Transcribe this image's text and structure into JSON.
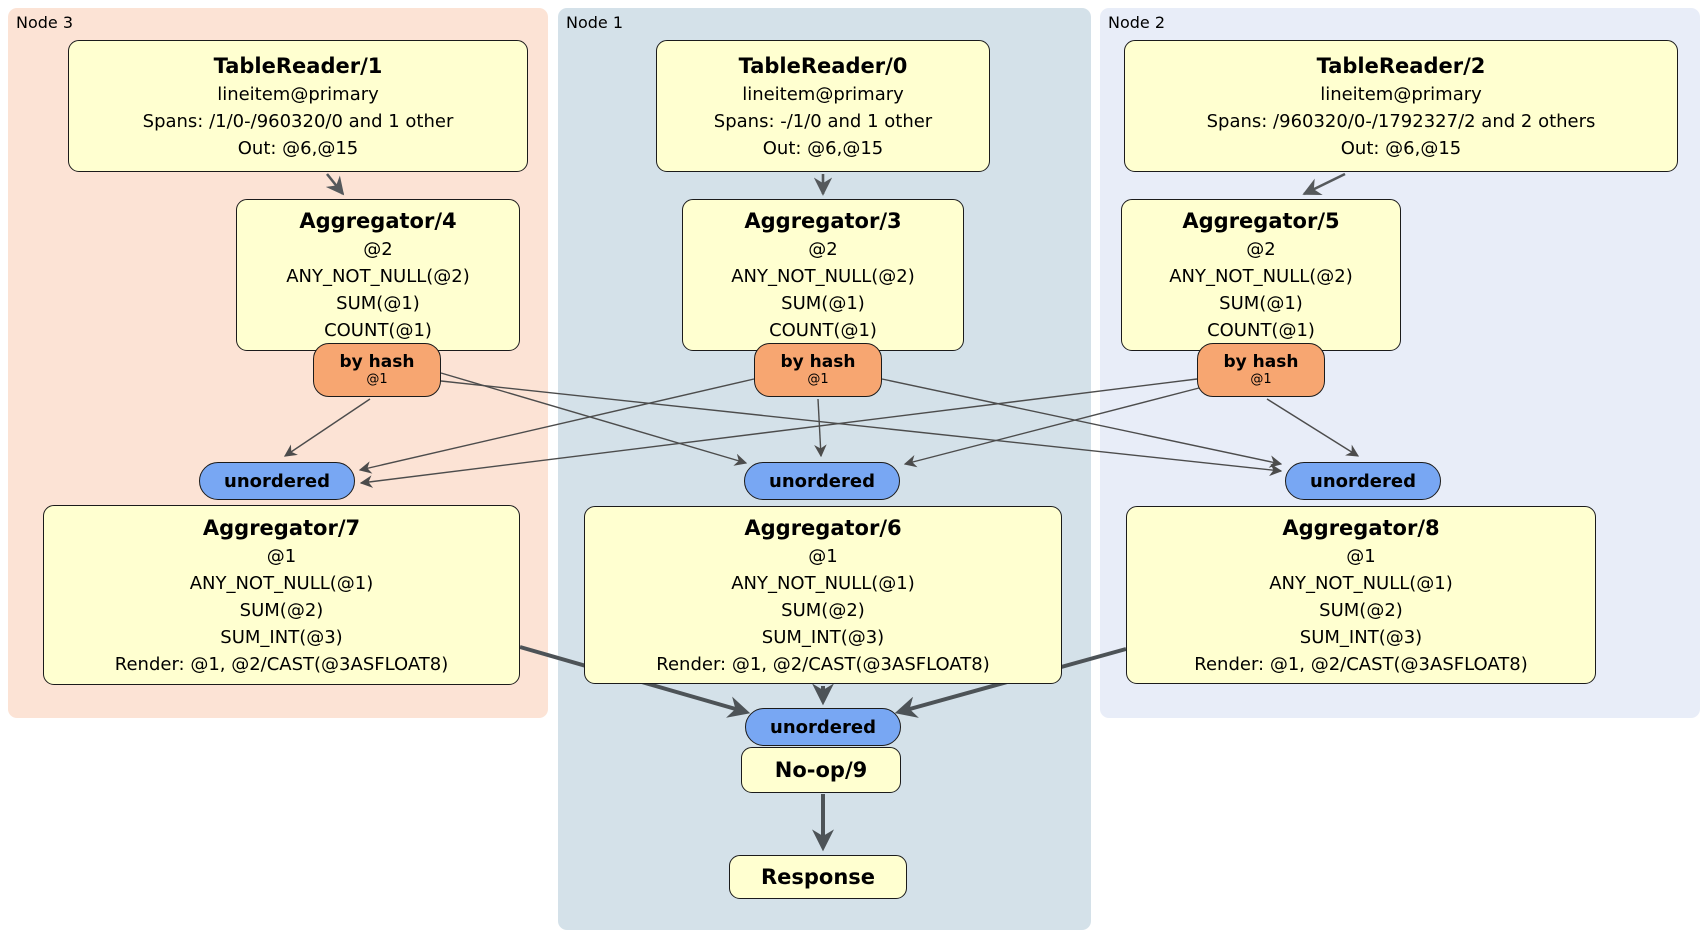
{
  "panels": {
    "node3": {
      "label": "Node 3"
    },
    "node1": {
      "label": "Node 1"
    },
    "node2": {
      "label": "Node 2"
    }
  },
  "processors": {
    "tr1": {
      "title": "TableReader/1",
      "lines": [
        "lineitem@primary",
        "Spans: /1/0-/960320/0 and 1 other",
        "Out: @6,@15"
      ]
    },
    "tr0": {
      "title": "TableReader/0",
      "lines": [
        "lineitem@primary",
        "Spans: -/1/0 and 1 other",
        "Out: @6,@15"
      ]
    },
    "tr2": {
      "title": "TableReader/2",
      "lines": [
        "lineitem@primary",
        "Spans: /960320/0-/1792327/2 and 2 others",
        "Out: @6,@15"
      ]
    },
    "agg4": {
      "title": "Aggregator/4",
      "lines": [
        "@2",
        "ANY_NOT_NULL(@2)",
        "SUM(@1)",
        "COUNT(@1)"
      ]
    },
    "agg3": {
      "title": "Aggregator/3",
      "lines": [
        "@2",
        "ANY_NOT_NULL(@2)",
        "SUM(@1)",
        "COUNT(@1)"
      ]
    },
    "agg5": {
      "title": "Aggregator/5",
      "lines": [
        "@2",
        "ANY_NOT_NULL(@2)",
        "SUM(@1)",
        "COUNT(@1)"
      ]
    },
    "agg7": {
      "title": "Aggregator/7",
      "lines": [
        "@1",
        "ANY_NOT_NULL(@1)",
        "SUM(@2)",
        "SUM_INT(@3)",
        "Render: @1, @2/CAST(@3ASFLOAT8)"
      ]
    },
    "agg6": {
      "title": "Aggregator/6",
      "lines": [
        "@1",
        "ANY_NOT_NULL(@1)",
        "SUM(@2)",
        "SUM_INT(@3)",
        "Render: @1, @2/CAST(@3ASFLOAT8)"
      ]
    },
    "agg8": {
      "title": "Aggregator/8",
      "lines": [
        "@1",
        "ANY_NOT_NULL(@1)",
        "SUM(@2)",
        "SUM_INT(@3)",
        "Render: @1, @2/CAST(@3ASFLOAT8)"
      ]
    },
    "noop": {
      "title": "No-op/9"
    },
    "response": {
      "title": "Response"
    }
  },
  "router": {
    "label": "by hash",
    "key": "@1"
  },
  "stream": {
    "unordered": "unordered"
  },
  "colors": {
    "panel_node3": "#fce3d5",
    "panel_node1": "#d4e1e9",
    "panel_node2": "#e8edf8",
    "processor_fill": "#ffffd0",
    "router_fill": "#f7a671",
    "stream_fill": "#78a7f3",
    "border": "#1b1b1b",
    "edge": "#4c4c4c"
  }
}
